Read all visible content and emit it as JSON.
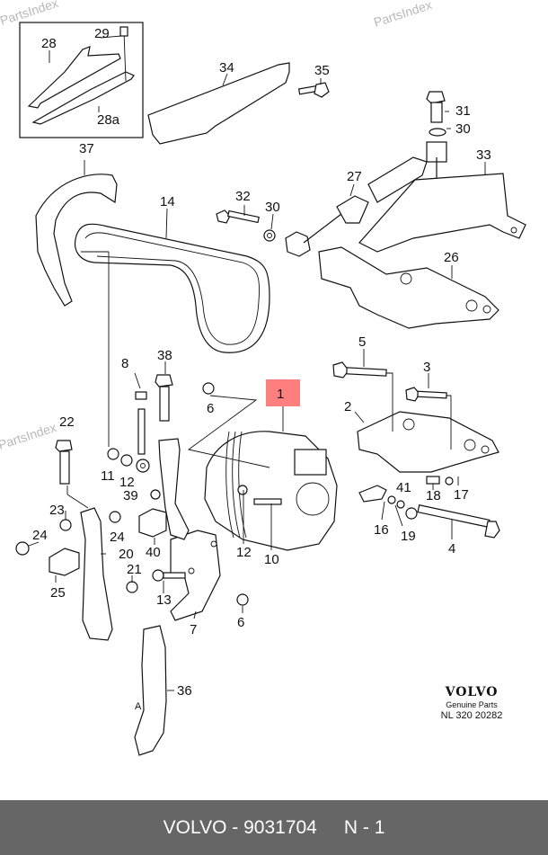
{
  "watermark": "PartsIndex",
  "highlight_color": "#ff7f7f",
  "footer_bg": "#666666",
  "diagram": {
    "title": "Alternator mounting exploded view",
    "highlighted_part": "1",
    "callouts": [
      "1",
      "2",
      "3",
      "4",
      "5",
      "6",
      "6",
      "7",
      "8",
      "10",
      "11",
      "12",
      "12",
      "13",
      "14",
      "16",
      "17",
      "18",
      "19",
      "20",
      "21",
      "22",
      "23",
      "24",
      "24",
      "25",
      "26",
      "27",
      "28",
      "28a",
      "29",
      "30",
      "30",
      "31",
      "32",
      "33",
      "34",
      "35",
      "36",
      "37",
      "38",
      "39",
      "40",
      "41"
    ],
    "detail_marker": "A"
  },
  "brand_block": {
    "logo": "VOLVO",
    "tagline": "Genuine Parts",
    "code": "NL 320 20282"
  },
  "footer": {
    "brand": "VOLVO",
    "part_number": "9031704",
    "separator": "-",
    "position": "N - 1"
  }
}
